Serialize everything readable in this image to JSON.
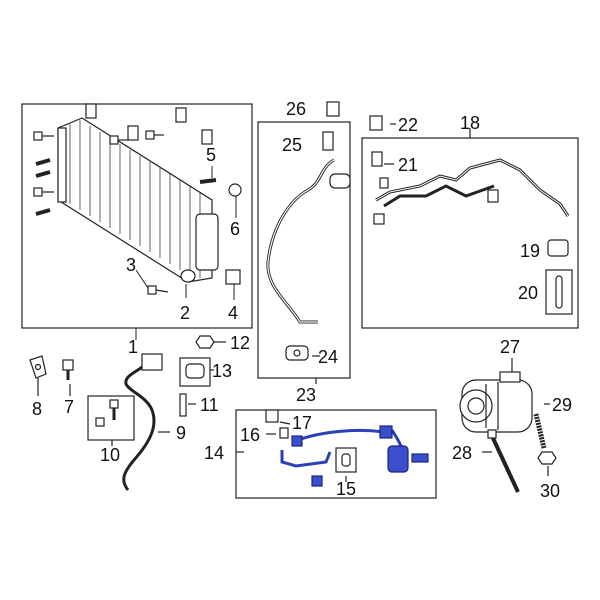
{
  "colors": {
    "line": "#222222",
    "highlight": "#2b3fb8",
    "highlight_fill": "#3a4fcc",
    "background": "#ffffff"
  },
  "callouts": [
    "1",
    "2",
    "3",
    "4",
    "5",
    "6",
    "7",
    "8",
    "9",
    "10",
    "11",
    "12",
    "13",
    "14",
    "15",
    "16",
    "17",
    "18",
    "19",
    "20",
    "21",
    "22",
    "23",
    "24",
    "25",
    "26",
    "27",
    "28",
    "29",
    "30"
  ],
  "highlighted_assembly": "14"
}
